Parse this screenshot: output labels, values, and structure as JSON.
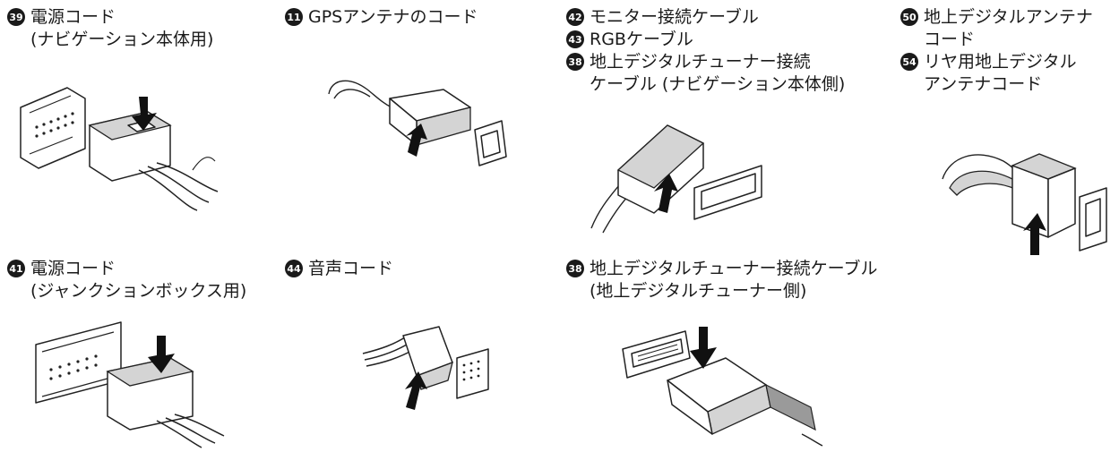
{
  "labels": {
    "l39": {
      "num": "39",
      "line1": "電源コード",
      "line2": "(ナビゲーション本体用)"
    },
    "l11": {
      "num": "11",
      "line1": "GPSアンテナのコード"
    },
    "l42": {
      "num": "42",
      "line1": "モニター接続ケーブル"
    },
    "l43": {
      "num": "43",
      "line1": "RGBケーブル"
    },
    "l38a": {
      "num": "38",
      "line1": "地上デジタルチューナー接続",
      "line2": "ケーブル (ナビゲーション本体側)"
    },
    "l50": {
      "num": "50",
      "line1": "地上デジタルアンテナ",
      "line2": "コード"
    },
    "l54": {
      "num": "54",
      "line1": "リヤ用地上デジタル",
      "line2": "アンテナコード"
    },
    "l41": {
      "num": "41",
      "line1": "電源コード",
      "line2": "(ジャンクションボックス用)"
    },
    "l44": {
      "num": "44",
      "line1": "音声コード"
    },
    "l38b": {
      "num": "38",
      "line1": "地上デジタルチューナー接続ケーブル",
      "line2": "(地上デジタルチューナー側)"
    }
  },
  "illustrations": [
    "power-cord-navi-connector",
    "gps-antenna-cord-connector",
    "monitor-cable-connector",
    "digital-antenna-cord-connector",
    "power-cord-junction-connector",
    "audio-cord-connector",
    "tuner-cable-connector"
  ]
}
